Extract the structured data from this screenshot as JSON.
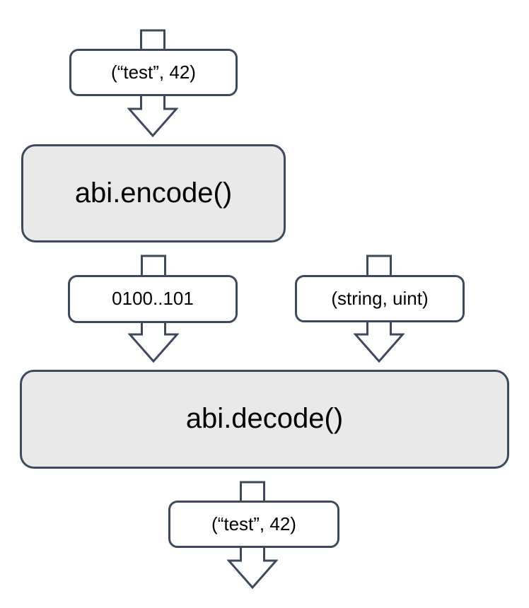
{
  "colors": {
    "stroke": "#3d4a5e",
    "process_fill": "#e9e9e9",
    "label_fill": "#ffffff",
    "text": "#000000",
    "background": "#ffffff"
  },
  "nodes": {
    "input": {
      "label": "(“test”, 42)",
      "kind": "data"
    },
    "encode": {
      "label": "abi.encode()",
      "kind": "process"
    },
    "encoded_bytes": {
      "label": "0100..101",
      "kind": "data"
    },
    "types": {
      "label": "(string, uint)",
      "kind": "data"
    },
    "decode": {
      "label": "abi.decode()",
      "kind": "process"
    },
    "output": {
      "label": "(“test”, 42)",
      "kind": "data"
    }
  },
  "edges": [
    {
      "from": "input",
      "to": "encode"
    },
    {
      "from": "encode",
      "to": "decode",
      "label": "encoded_bytes"
    },
    {
      "from": "types",
      "to": "decode"
    },
    {
      "from": "decode",
      "to": "output"
    }
  ]
}
